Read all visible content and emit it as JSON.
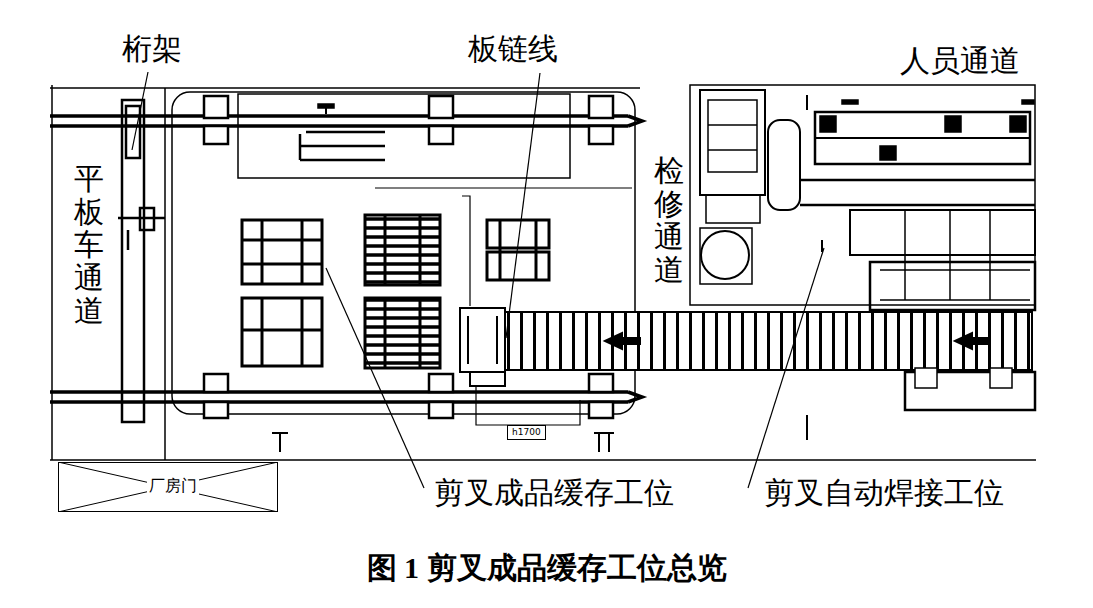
{
  "diagram": {
    "caption": "图 1 剪叉成品缓存工位总览",
    "nodes": [
      {
        "text": [
          "厂房门"
        ]
      },
      {
        "text": [
          "h1700"
        ]
      }
    ],
    "labels": [
      "桁架",
      "板链线",
      "人员通道",
      "平板车通道",
      "检修通道",
      "剪叉成品缓存工位",
      "剪叉自动焊接工位"
    ]
  }
}
